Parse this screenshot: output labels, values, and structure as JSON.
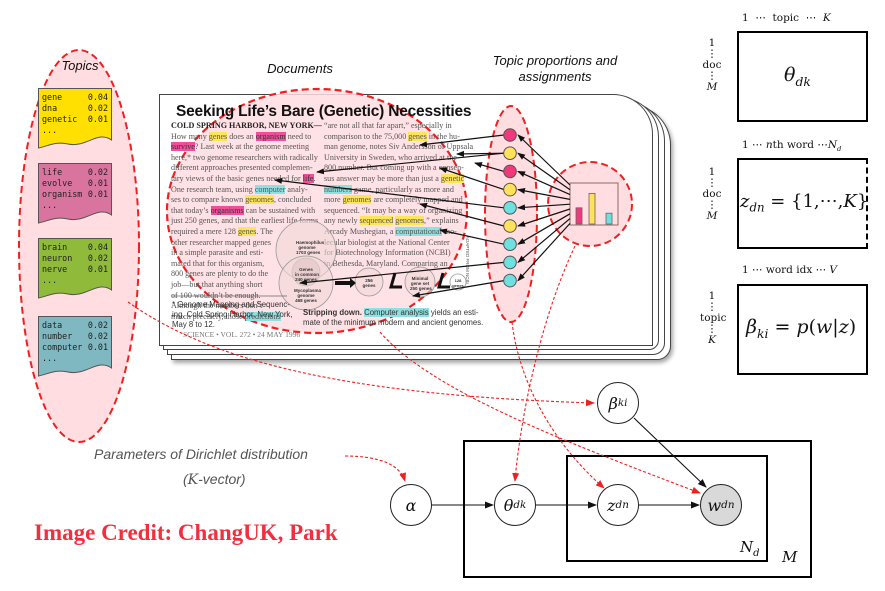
{
  "labels": {
    "topics": "Topics",
    "documents": "Documents",
    "topic_proportions_line1": "Topic proportions and",
    "topic_proportions_line2": "assignments"
  },
  "topics": [
    {
      "color": "#ffe000",
      "words": [
        {
          "w": "gene",
          "p": "0.04"
        },
        {
          "w": "dna",
          "p": "0.02"
        },
        {
          "w": "genetic",
          "p": "0.01"
        }
      ],
      "more": "..."
    },
    {
      "color": "#d9749e",
      "words": [
        {
          "w": "life",
          "p": "0.02"
        },
        {
          "w": "evolve",
          "p": "0.01"
        },
        {
          "w": "organism",
          "p": "0.01"
        }
      ],
      "more": "..."
    },
    {
      "color": "#8fba3a",
      "words": [
        {
          "w": "brain",
          "p": "0.04"
        },
        {
          "w": "neuron",
          "p": "0.02"
        },
        {
          "w": "nerve",
          "p": "0.01"
        }
      ],
      "more": "..."
    },
    {
      "color": "#7fb8c0",
      "words": [
        {
          "w": "data",
          "p": "0.02"
        },
        {
          "w": "number",
          "p": "0.02"
        },
        {
          "w": "computer",
          "p": "0.01"
        }
      ],
      "more": "..."
    }
  ],
  "document": {
    "title": "Seeking Life’s Bare (Genetic) Necessities",
    "left_column": [
      [
        {
          "t": "COLD SPRING HARBOR, NEW YORK—"
        }
      ],
      [
        {
          "t": "How many "
        },
        {
          "t": "genes",
          "h": "y"
        },
        {
          "t": " does an "
        },
        {
          "t": "organism",
          "h": "p"
        },
        {
          "t": " need to"
        }
      ],
      [
        {
          "t": "survive",
          "h": "p"
        },
        {
          "t": "? Last week at the genome meeting"
        }
      ],
      [
        {
          "t": "here,* two genome researchers with radically"
        }
      ],
      [
        {
          "t": "different approaches presented complemen-"
        }
      ],
      [
        {
          "t": "tary views of the basic genes needed for "
        },
        {
          "t": "life",
          "h": "p"
        },
        {
          "t": "."
        }
      ],
      [
        {
          "t": "One research team, using "
        },
        {
          "t": "computer",
          "h": "c"
        },
        {
          "t": " analy-"
        }
      ],
      [
        {
          "t": "ses to compare known "
        },
        {
          "t": "genomes",
          "h": "y"
        },
        {
          "t": ", concluded"
        }
      ],
      [
        {
          "t": "that today’s "
        },
        {
          "t": "organisms",
          "h": "p"
        },
        {
          "t": " can be sustained with"
        }
      ],
      [
        {
          "t": "just 250 genes, and that the earliest life forms"
        }
      ],
      [
        {
          "t": "required a mere 128 "
        },
        {
          "t": "genes",
          "h": "y"
        },
        {
          "t": ". The"
        }
      ],
      [
        {
          "t": "other researcher mapped genes"
        }
      ],
      [
        {
          "t": "in a simple parasite and esti-"
        }
      ],
      [
        {
          "t": "mated that for this organism,"
        }
      ],
      [
        {
          "t": "800 genes are plenty to do the"
        }
      ],
      [
        {
          "t": "job—but that anything short"
        }
      ],
      [
        {
          "t": "of 100 wouldn’t be enough."
        }
      ],
      [
        {
          "t": "    Although the numbers don’t"
        }
      ],
      [
        {
          "t": "match precisely, those "
        },
        {
          "t": "predictions",
          "h": "c"
        }
      ]
    ],
    "right_column": [
      [
        {
          "t": "“are not all that far apart,” especially in"
        }
      ],
      [
        {
          "t": "comparison to the 75,000 "
        },
        {
          "t": "genes",
          "h": "y"
        },
        {
          "t": " in the hu-"
        }
      ],
      [
        {
          "t": "man genome, notes Siv Andersson of Uppsala"
        }
      ],
      [
        {
          "t": "University in Sweden, who arrived at the"
        }
      ],
      [
        {
          "t": "800 number. But coming up with a consen-"
        }
      ],
      [
        {
          "t": "sus answer may be more than just a "
        },
        {
          "t": "genetic",
          "h": "y"
        }
      ],
      [
        {
          "t": "numbers",
          "h": "c"
        },
        {
          "t": " game, particularly as more and"
        }
      ],
      [
        {
          "t": "more "
        },
        {
          "t": "genomes",
          "h": "y"
        },
        {
          "t": " are completely mapped and"
        }
      ],
      [
        {
          "t": "sequenced. “It may be a way of organizing"
        }
      ],
      [
        {
          "t": "any newly "
        },
        {
          "t": "sequenced",
          "h": "y"
        },
        {
          "t": " "
        },
        {
          "t": "genomes",
          "h": "y"
        },
        {
          "t": ",” explains"
        }
      ],
      [
        {
          "t": "Arcady Mushegian, a "
        },
        {
          "t": "computational",
          "h": "c"
        },
        {
          "t": " mo-"
        }
      ],
      [
        {
          "t": "lecular biologist at the National Center"
        }
      ],
      [
        {
          "t": "for Biotechnology Information (NCBI)"
        }
      ],
      [
        {
          "t": "in Bethesda, Maryland. Comparing an"
        }
      ]
    ],
    "footnote": [
      "* Genome Mapping and Sequenc-",
      "ing, Cold Spring Harbor, New York,",
      "May 8 to 12."
    ],
    "figure_caption_bold": "Stripping down.",
    "figure_caption_hl": "Computer analysis",
    "figure_caption_rest1": " yields an esti-",
    "figure_caption_rest2": "mate of the minimum modern and ancient genomes.",
    "footer": "SCIENCE • VOL. 272 • 24 MAY 1996",
    "figure_labels": {
      "haemophilus": [
        "Haemophilus",
        "genome",
        "1703 genes"
      ],
      "common": [
        "Genes",
        "in common",
        "240 genes"
      ],
      "mycoplasma": [
        "Mycoplasma",
        "genome",
        "468 genes"
      ],
      "g256": [
        "256",
        "genes"
      ],
      "minimal": [
        "Minimal",
        "gene set",
        "250 genes"
      ],
      "g128": [
        "128",
        "genes"
      ],
      "side": "ADAPTED FROM NCBI"
    }
  },
  "assignments": {
    "dot_topics": [
      "pink",
      "yellow",
      "pink",
      "yellow",
      "cyan",
      "yellow",
      "cyan",
      "cyan",
      "cyan"
    ],
    "colors": {
      "pink": "#f0397a",
      "yellow": "#ffe25a",
      "cyan": "#6fe0e0"
    },
    "histogram": [
      {
        "topic": "pink",
        "value": 0.45
      },
      {
        "topic": "yellow",
        "value": 0.85
      },
      {
        "topic": "cyan",
        "value": 0.3
      }
    ]
  },
  "matrices": [
    {
      "name": "theta",
      "col_header": "1  ⋯  topic  ⋯  K",
      "rows": [
        "1",
        "⋮",
        "doc",
        "⋮",
        "M"
      ],
      "formula": "θ_dk",
      "dashed_right": false
    },
    {
      "name": "z",
      "col_header": "1 ⋯ nth word ⋯ N_d",
      "rows": [
        "1",
        "⋮",
        "doc",
        "⋮",
        "M"
      ],
      "formula": "z_dn = {1,⋯,K}",
      "dashed_right": true
    },
    {
      "name": "beta",
      "col_header": "1 ⋯  word idx ⋯ V",
      "rows": [
        "1",
        "⋮",
        "topic",
        "⋮",
        "K"
      ],
      "formula": "β_ki = p(w|z)",
      "dashed_right": false
    }
  ],
  "graphical_model": {
    "nodes": [
      {
        "id": "alpha",
        "label": "α",
        "observed": false
      },
      {
        "id": "theta",
        "label": "θ",
        "sub": "dk",
        "observed": false
      },
      {
        "id": "z",
        "label": "z",
        "sub": "dn",
        "observed": false
      },
      {
        "id": "w",
        "label": "w",
        "sub": "dn",
        "observed": true
      },
      {
        "id": "beta",
        "label": "β",
        "sub": "ki",
        "observed": false
      }
    ],
    "edges": [
      [
        "alpha",
        "theta"
      ],
      [
        "theta",
        "z"
      ],
      [
        "z",
        "w"
      ],
      [
        "beta",
        "w"
      ]
    ],
    "plates": [
      {
        "label": "N",
        "sub": "d",
        "contains": [
          "z",
          "w"
        ]
      },
      {
        "label": "M",
        "contains": [
          "theta",
          "z",
          "w"
        ]
      }
    ]
  },
  "annotation": {
    "param_line1": "Parameters of Dirichlet distribution",
    "param_line2_math": "K",
    "param_line2_rest": "-vector)",
    "param_line2_open": "("
  },
  "credit": "Image Credit: ChangUK, Park",
  "colors": {
    "red_dash": "#f02020",
    "highlight_fill": "#ffdde0",
    "observed_node": "#d9d9d9"
  }
}
